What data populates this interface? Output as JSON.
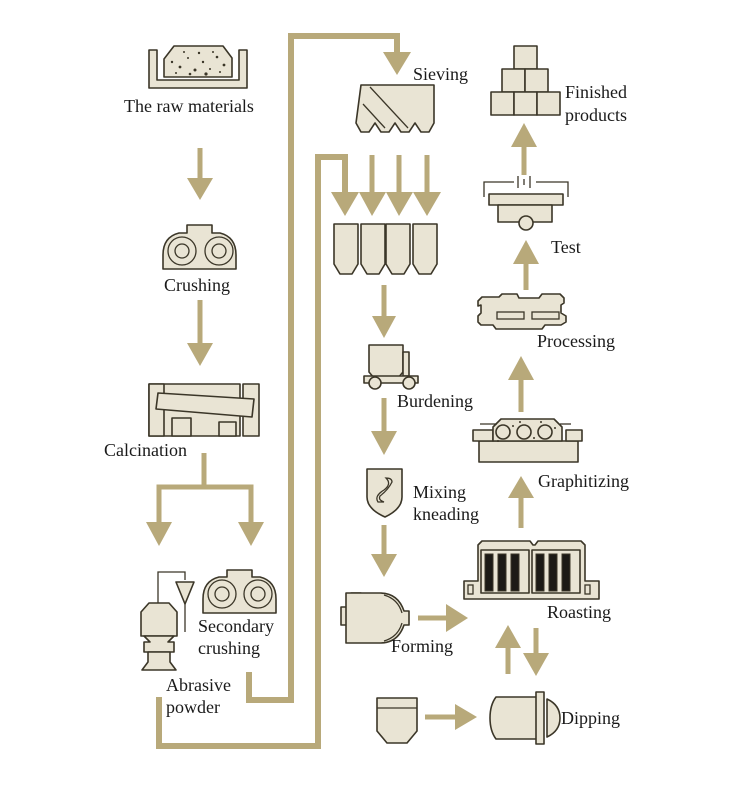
{
  "diagram": {
    "title": "",
    "colors": {
      "flow": "#b8a97a",
      "equipment_fill": "#e9e4d4",
      "equipment_stroke": "#3b3628",
      "text": "#1a1a1a"
    },
    "steps": {
      "raw_materials": "The raw materials",
      "crushing": "Crushing",
      "calcination": "Calcination",
      "secondary_crushing_1": "Secondary",
      "secondary_crushing_2": "crushing",
      "abrasive_powder_1": "Abrasive",
      "abrasive_powder_2": "powder",
      "sieving": "Sieving",
      "burdening": "Burdening",
      "mixing_kneading_1": "Mixing",
      "mixing_kneading_2": "kneading",
      "forming": "Forming",
      "dipping": "Dipping",
      "roasting": "Roasting",
      "graphitizing": "Graphitizing",
      "processing": "Processing",
      "test": "Test",
      "finished_products_1": "Finished",
      "finished_products_2": "products"
    },
    "flow": [
      [
        "The raw materials",
        "Crushing"
      ],
      [
        "Crushing",
        "Calcination"
      ],
      [
        "Calcination",
        "Secondary crushing"
      ],
      [
        "Calcination",
        "Abrasive powder"
      ],
      [
        "Secondary crushing",
        "Sieving"
      ],
      [
        "Abrasive powder",
        "Sieving"
      ],
      [
        "Sieving",
        "Bins"
      ],
      [
        "Bins",
        "Burdening"
      ],
      [
        "Burdening",
        "Mixing kneading"
      ],
      [
        "Mixing kneading",
        "Forming"
      ],
      [
        "Forming",
        "Roasting"
      ],
      [
        "Roasting",
        "Dipping"
      ],
      [
        "Dipping",
        "Roasting"
      ],
      [
        "Roasting",
        "Graphitizing"
      ],
      [
        "Graphitizing",
        "Processing"
      ],
      [
        "Processing",
        "Test"
      ],
      [
        "Test",
        "Finished products"
      ]
    ]
  }
}
